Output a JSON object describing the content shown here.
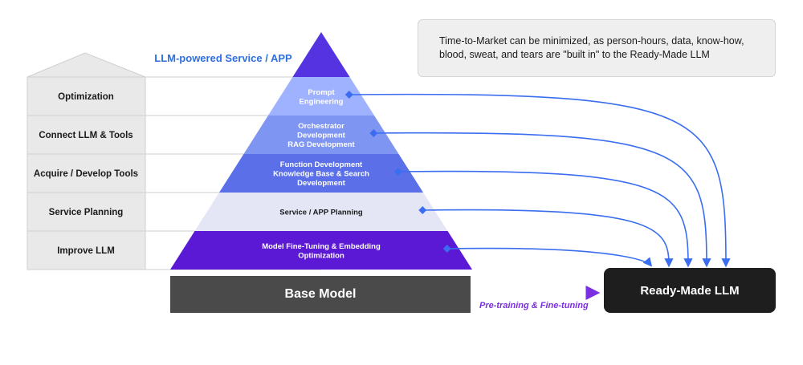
{
  "diagram": {
    "title": "LLM-powered Service / APP",
    "note_lines": [
      "Time-to-Market can be minimized, as person-hours, data, know-how,",
      "blood, sweat, and tears are \"built in\" to the Ready-Made LLM"
    ],
    "left_labels": [
      "Optimization",
      "Connect LLM & Tools",
      "Acquire / Develop Tools",
      "Service Planning",
      "Improve LLM"
    ],
    "tiers": [
      {
        "lines": [
          "Prompt",
          "Engineering"
        ],
        "color": "#9fb2ff",
        "text_color": "#ffffff"
      },
      {
        "lines": [
          "Orchestrator",
          "Development",
          "RAG Development"
        ],
        "color": "#7f95f2",
        "text_color": "#ffffff"
      },
      {
        "lines": [
          "Function Development",
          "Knowledge Base & Search",
          "Development"
        ],
        "color": "#5b6fe8",
        "text_color": "#ffffff"
      },
      {
        "lines": [
          "Service / APP Planning"
        ],
        "color": "#e4e6f5",
        "text_color": "#1a1a1a"
      },
      {
        "lines": [
          "Model Fine-Tuning & Embedding",
          "Optimization"
        ],
        "color": "#5b19d6",
        "text_color": "#ffffff"
      }
    ],
    "top_color": "#5533e0",
    "base_model": "Base Model",
    "ready_made": "Ready-Made LLM",
    "pretrain_label": "Pre-training & Fine-tuning",
    "arrow_color": "#3a6df0",
    "pretrain_arrow_color": "#7a2fe0"
  }
}
